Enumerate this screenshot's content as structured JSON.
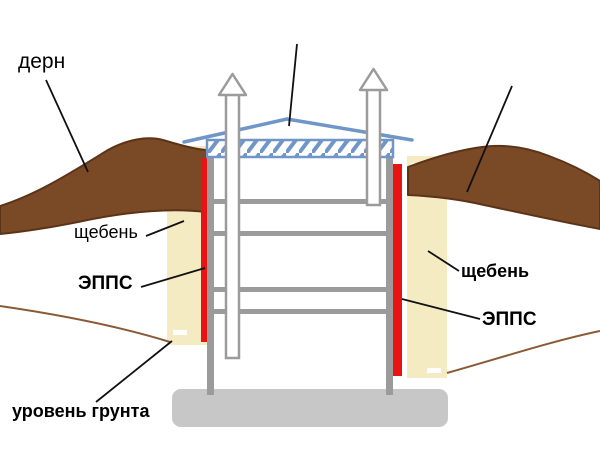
{
  "diagram": {
    "labels": {
      "turf": "дерн",
      "gravel_left": "щебень",
      "epps_left": "ЭППС",
      "gravel_right": "щебень",
      "epps_right": "ЭППС",
      "ground_level": "уровень грунта"
    }
  },
  "colors": {
    "soil": "#7a4a26",
    "soil_outline": "#5d3317",
    "soil_line": "#8a5a36",
    "roof_blue": "#7096c8",
    "insulation_red": "#e81313",
    "gravel_fill": "#f4ebc3",
    "structure_gray": "#9b9b9b",
    "footing_gray": "#c7c7c7",
    "leader_black": "#111111"
  }
}
